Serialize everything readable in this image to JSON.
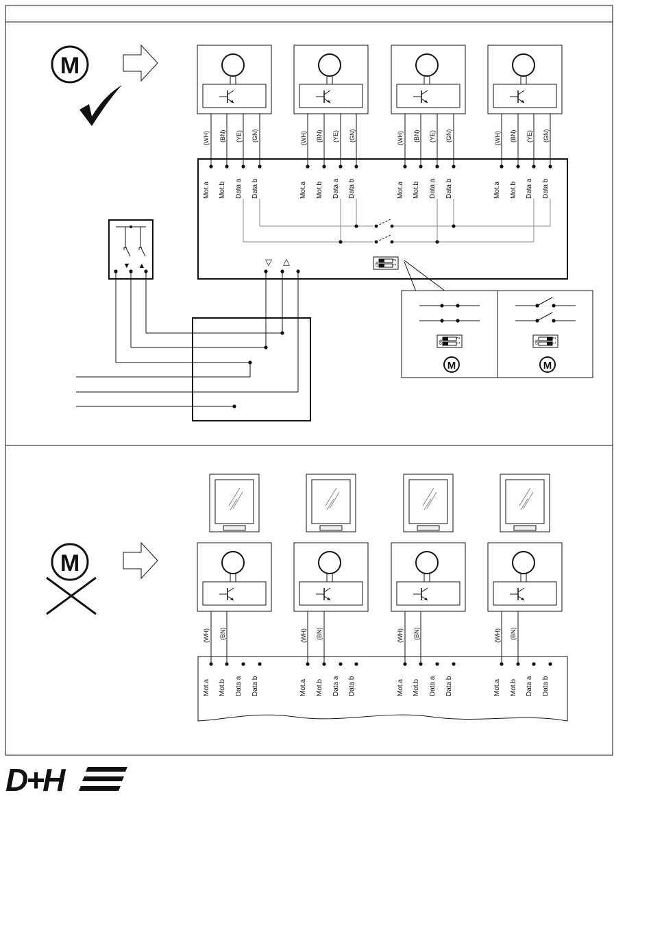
{
  "wire_colors": [
    "(WH)",
    "(BN)",
    "(YE)",
    "(GN)"
  ],
  "terminal_labels": [
    "Mot.a",
    "Mot.b",
    "Data a",
    "Data b"
  ],
  "motor_symbol": "M",
  "triangle_down": "▽",
  "triangle_up": "△",
  "switch_down_arrow": "▼",
  "switch_up_arrow": "▲",
  "dip_on": "ON",
  "dip_1": "1",
  "dip_2": "2",
  "logo": "D+H"
}
